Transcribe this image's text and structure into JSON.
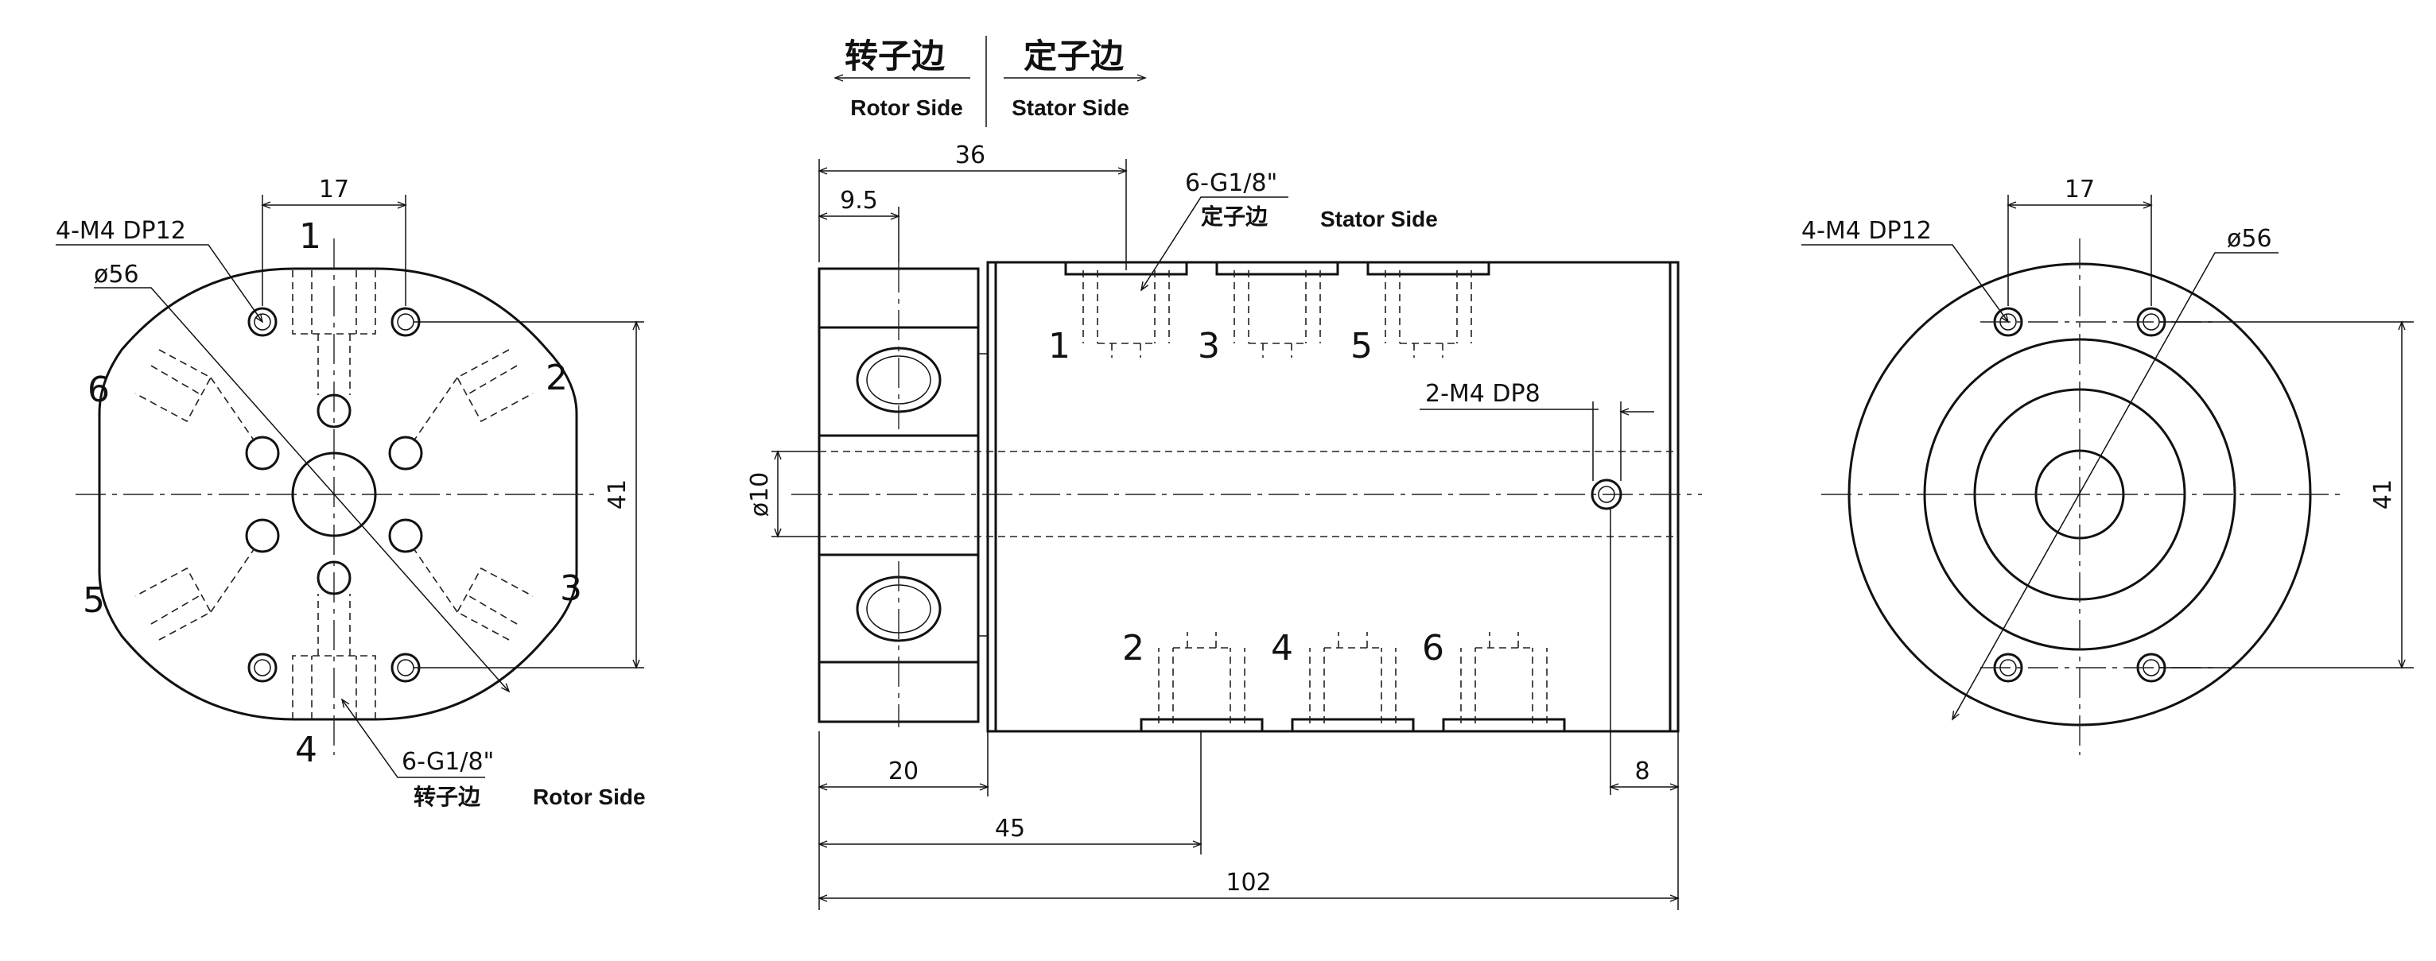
{
  "header": {
    "rotor_cn": "转子边",
    "stator_cn": "定子边",
    "rotor_en": "Rotor Side",
    "stator_en": "Stator Side"
  },
  "left_view": {
    "dim_17": "17",
    "thread_note": "4-M4  DP12",
    "dia_note": "ø56",
    "dim_41": "41",
    "port_note": "6-G1/8\"",
    "port_side_cn": "转子边",
    "port_side_en": "Rotor Side",
    "port_numbers": [
      "1",
      "2",
      "3",
      "4",
      "5",
      "6"
    ]
  },
  "side_view": {
    "dim_36": "36",
    "dim_9_5": "9.5",
    "port_note": "6-G1/8\"",
    "port_side_cn": "定子边",
    "port_side_en": "Stator Side",
    "dia_10": "ø10",
    "mount_note": "2-M4  DP8",
    "dim_20": "20",
    "dim_45": "45",
    "dim_102": "102",
    "dim_8": "8",
    "top_ports": [
      "1",
      "3",
      "5"
    ],
    "bottom_ports": [
      "2",
      "4",
      "6"
    ]
  },
  "right_view": {
    "dim_17": "17",
    "thread_note": "4-M4  DP12",
    "dia_note": "ø56",
    "dim_41": "41"
  }
}
